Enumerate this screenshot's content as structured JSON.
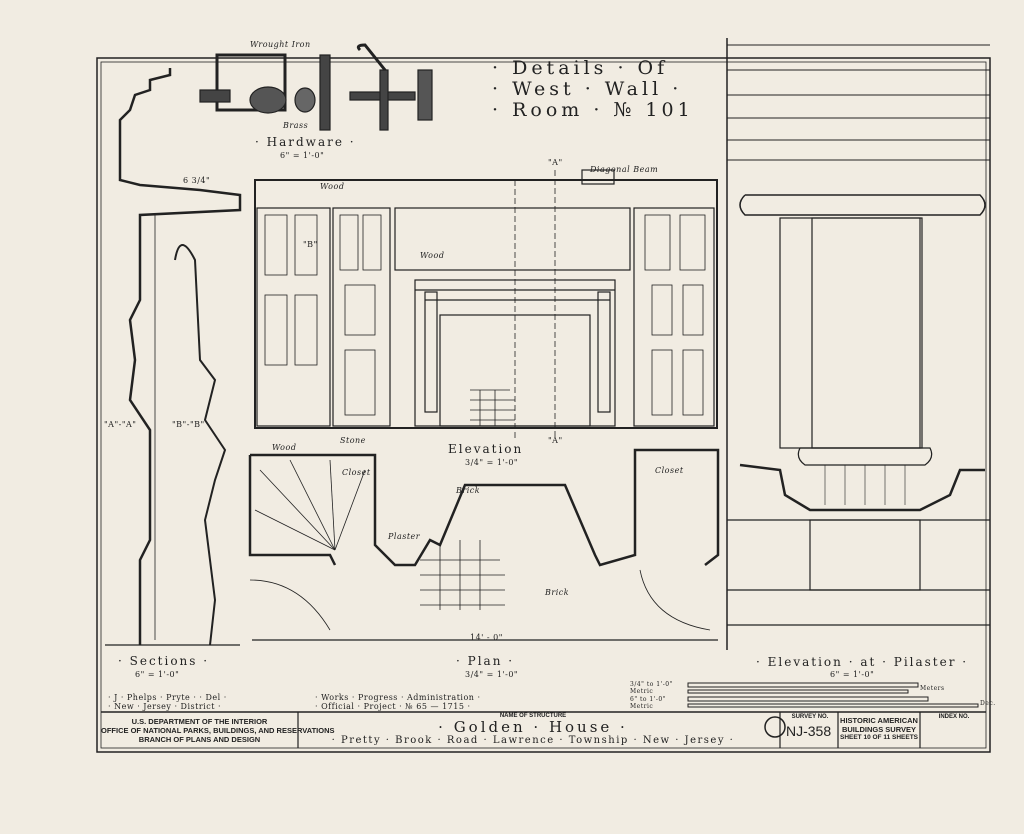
{
  "title": {
    "line1": "· Details · Of",
    "line2": "· West · Wall ·",
    "line3": "· Room · № 101"
  },
  "hardware": {
    "label": "· Hardware ·",
    "scale": "6\" = 1'-0\"",
    "note_iron": "Wrought Iron",
    "note_brass": "Brass"
  },
  "sections": {
    "label": "· Sections ·",
    "scale": "6\" = 1'-0\"",
    "a": "\"A\"-\"A\"",
    "b": "\"B\"-\"B\"",
    "dim": "6 3/4\""
  },
  "elevation": {
    "label": "Elevation",
    "scale": "3/4\" = 1'-0\"",
    "marker_a": "\"A\"",
    "marker_b": "\"B\"",
    "wood": "Wood",
    "wood2": "Wood",
    "beam": "Diagonal Beam"
  },
  "plan": {
    "label": "· Plan ·",
    "scale": "3/4\" = 1'-0\"",
    "closet1": "Closet",
    "closet2": "Closet",
    "brick1": "Brick",
    "brick2": "Brick",
    "plaster": "Plaster",
    "wood": "Wood",
    "stone": "Stone",
    "overall": "14' - 0\""
  },
  "pilaster": {
    "label": "· Elevation · at · Pilaster ·",
    "scale": "6\" = 1'-0\""
  },
  "scales": {
    "s1": "3/4\" to 1'-0\"",
    "m1": "Metric",
    "s2": "6\" to 1'-0\"",
    "m2": "Metric",
    "meters": "Meters",
    "dec": "Dec."
  },
  "credits": {
    "l1": "· J · Phelps · Pryte · · Del ·",
    "l2": "· New · Jersey · District ·",
    "wpa1": "· Works · Progress · Administration ·",
    "wpa2": "· Official · Project · № 65 — 1715 ·"
  },
  "titleblock": {
    "dept1": "U.S. DEPARTMENT OF THE INTERIOR",
    "dept2": "OFFICE OF NATIONAL PARKS, BUILDINGS, AND RESERVATIONS",
    "dept3": "BRANCH OF PLANS AND DESIGN",
    "name_label": "NAME OF STRUCTURE",
    "name": "· Golden · House ·",
    "location": "· Pretty · Brook · Road · Lawrence · Township · New · Jersey ·",
    "survey_label": "SURVEY NO.",
    "survey": "NJ-358",
    "habs1": "HISTORIC AMERICAN",
    "habs2": "BUILDINGS SURVEY",
    "sheet": "SHEET 10 OF 11 SHEETS",
    "index": "INDEX NO."
  }
}
